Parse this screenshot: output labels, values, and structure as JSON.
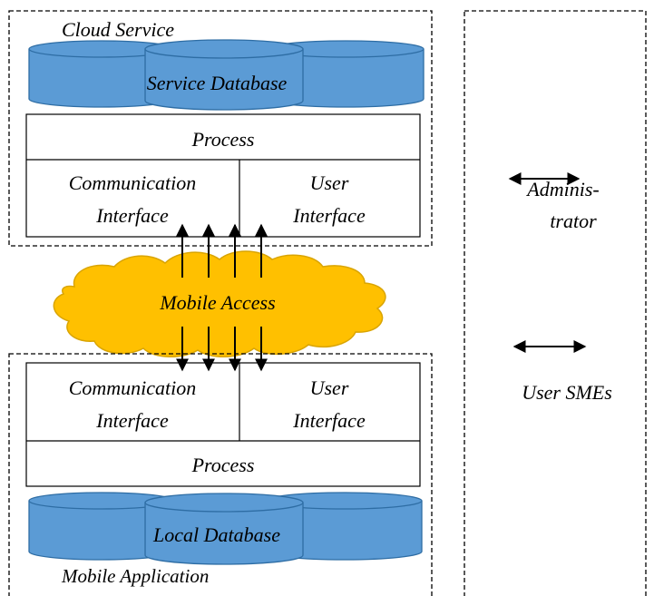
{
  "cloud": {
    "group_label": "Cloud Service",
    "database_label": "Service Database",
    "process_label": "Process",
    "comm_label_line1": "Communication",
    "comm_label_line2": "Interface",
    "ui_label_line1": "User",
    "ui_label_line2": "Interface"
  },
  "network": {
    "label": "Mobile Access"
  },
  "mobile": {
    "group_label": "Mobile Application",
    "database_label": "Local Database",
    "process_label": "Process",
    "comm_label_line1": "Communication",
    "comm_label_line2": "Interface",
    "ui_label_line1": "User",
    "ui_label_line2": "Interface"
  },
  "actors": {
    "admin_line1": "Adminis-",
    "admin_line2": "trator",
    "users": "User SMEs"
  },
  "colors": {
    "database_fill": "#5b9bd5",
    "database_stroke": "#2e6da4",
    "cloud_fill": "#ffc000",
    "cloud_stroke": "#d9a400",
    "line": "#000000"
  }
}
